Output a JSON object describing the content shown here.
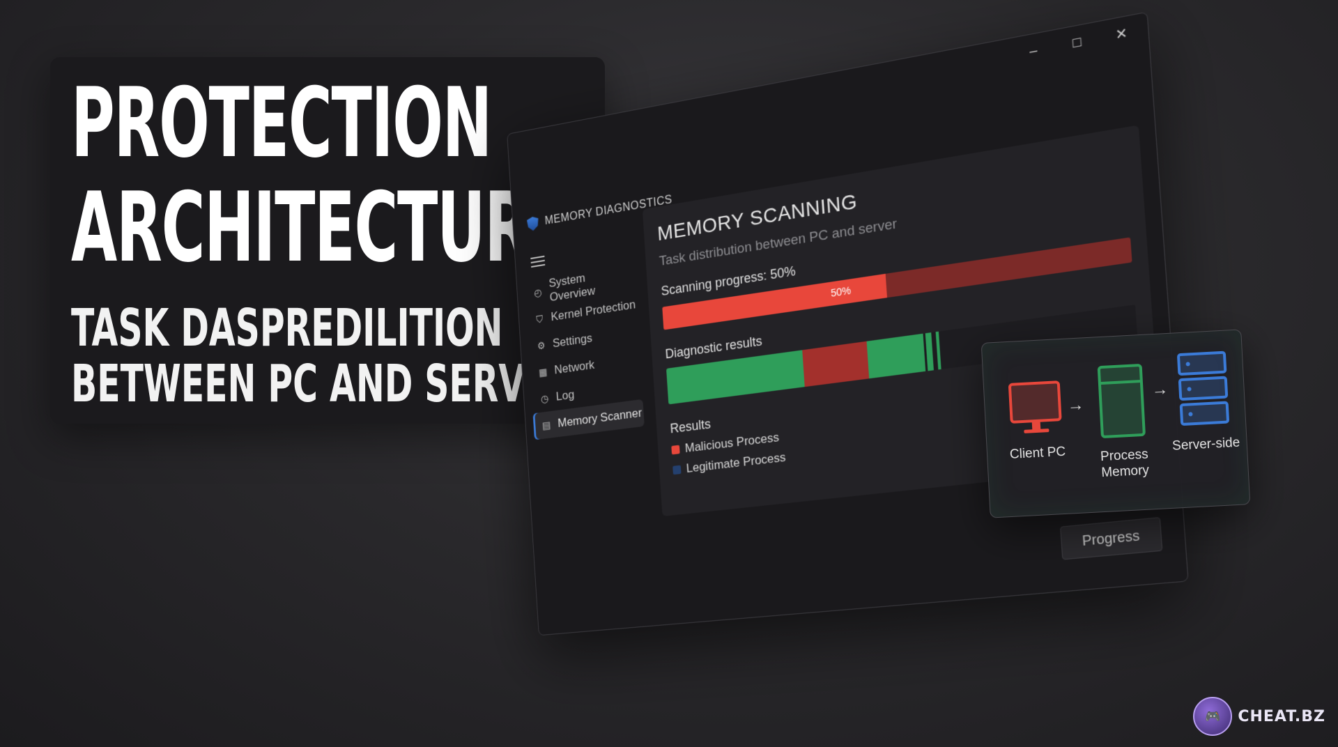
{
  "headline": {
    "line1": "PROTECTION",
    "line2": "ARCHITECTURE",
    "sub_line1": "TASK DASPREDILITION",
    "sub_line2": "BETWEEN PC AND SERVER"
  },
  "window": {
    "app_title": "MEMORY DIAGNOSTICS",
    "controls": {
      "minimize": "–",
      "maximize": "□",
      "close": "✕"
    },
    "sidebar": {
      "items": [
        {
          "label": "System Overview",
          "icon": "gauge-icon",
          "active": false
        },
        {
          "label": "Kernel Protection",
          "icon": "shield-icon",
          "active": false
        },
        {
          "label": "Settings",
          "icon": "gear-icon",
          "active": false
        },
        {
          "label": "Network",
          "icon": "network-icon",
          "active": false
        },
        {
          "label": "Log",
          "icon": "clock-icon",
          "active": false
        },
        {
          "label": "Memory Scanner",
          "icon": "scanner-icon",
          "active": true
        }
      ]
    },
    "main": {
      "title": "MEMORY SCANNING",
      "subtitle": "Task distribution between PC and server",
      "progress_label": "Scanning progress: 50%",
      "progress_value": 0.5,
      "progress_text": "50%",
      "diagnostic_label": "Diagnostic results",
      "diagnostic_segments": [
        {
          "color": "#2f9e5a",
          "fraction": 0.31
        },
        {
          "color": "#a3302c",
          "fraction": 0.14
        },
        {
          "color": "#2f9e5a",
          "fraction": 0.12
        },
        {
          "color": "#1d1c20",
          "fraction": 0.005
        },
        {
          "color": "#2f9e5a",
          "fraction": 0.012
        },
        {
          "color": "#1d1c20",
          "fraction": 0.01
        },
        {
          "color": "#2f9e5a",
          "fraction": 0.006
        },
        {
          "color": "#1d1c20",
          "fraction": 0.377
        }
      ],
      "results_label": "Results",
      "legend": [
        {
          "label": "Malicious Process",
          "color": "#e8473b"
        },
        {
          "label": "Legitimate Process",
          "color": "#24406e"
        }
      ],
      "progress_button": "Progress"
    }
  },
  "flow": {
    "nodes": [
      {
        "label": "Client PC",
        "icon": "monitor-icon",
        "color": "#e8473b"
      },
      {
        "label": "Process\nMemory",
        "icon": "memory-icon",
        "color": "#2f9e5a"
      },
      {
        "label": "Server-side",
        "icon": "server-icon",
        "color": "#3b7bd8"
      }
    ],
    "arrow": "→"
  },
  "brand": {
    "name": "CHEAT.BZ"
  }
}
